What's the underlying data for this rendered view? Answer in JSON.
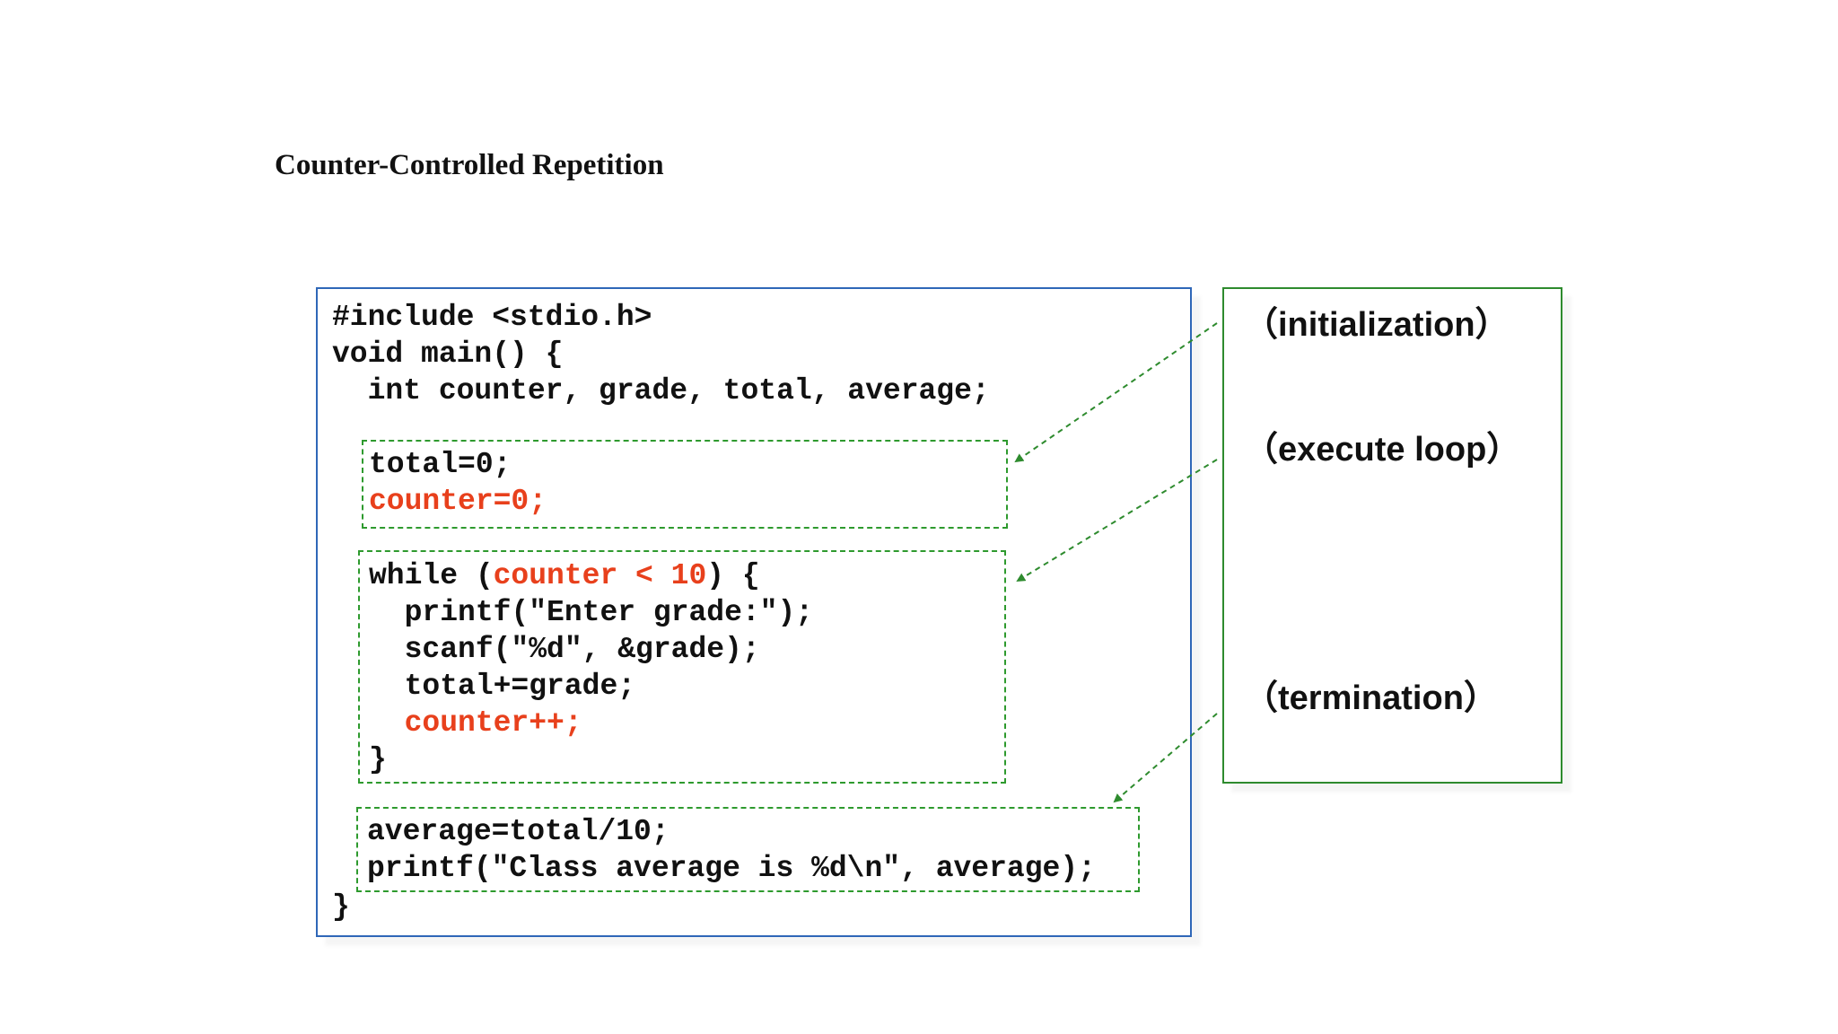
{
  "title": "Counter-Controlled Repetition",
  "code": {
    "line1": "#include <stdio.h>",
    "line2": "void main() {",
    "line3": "  int counter, grade, total, average;",
    "init": {
      "line1": "total=0;",
      "line2": "counter=0;"
    },
    "loop": {
      "kw": "while (",
      "cond": "counter < 10",
      "open": ") {",
      "line2": "  printf(\"Enter grade:\");",
      "line3": "  scanf(\"%d\", &grade);",
      "line4": "  total+=grade;",
      "line5": "  counter++;",
      "line6": "}"
    },
    "term": {
      "line1": "average=total/10;",
      "line2": "printf(\"Class average is %d\\n\", average);"
    },
    "close": "}"
  },
  "labels": {
    "initialization": "（initialization）",
    "execute_loop": "（execute loop）",
    "termination": "（termination）"
  },
  "colors": {
    "highlight": "#e8401c",
    "code_border": "#2f67b8",
    "annotation_green": "#2e8b2e"
  }
}
